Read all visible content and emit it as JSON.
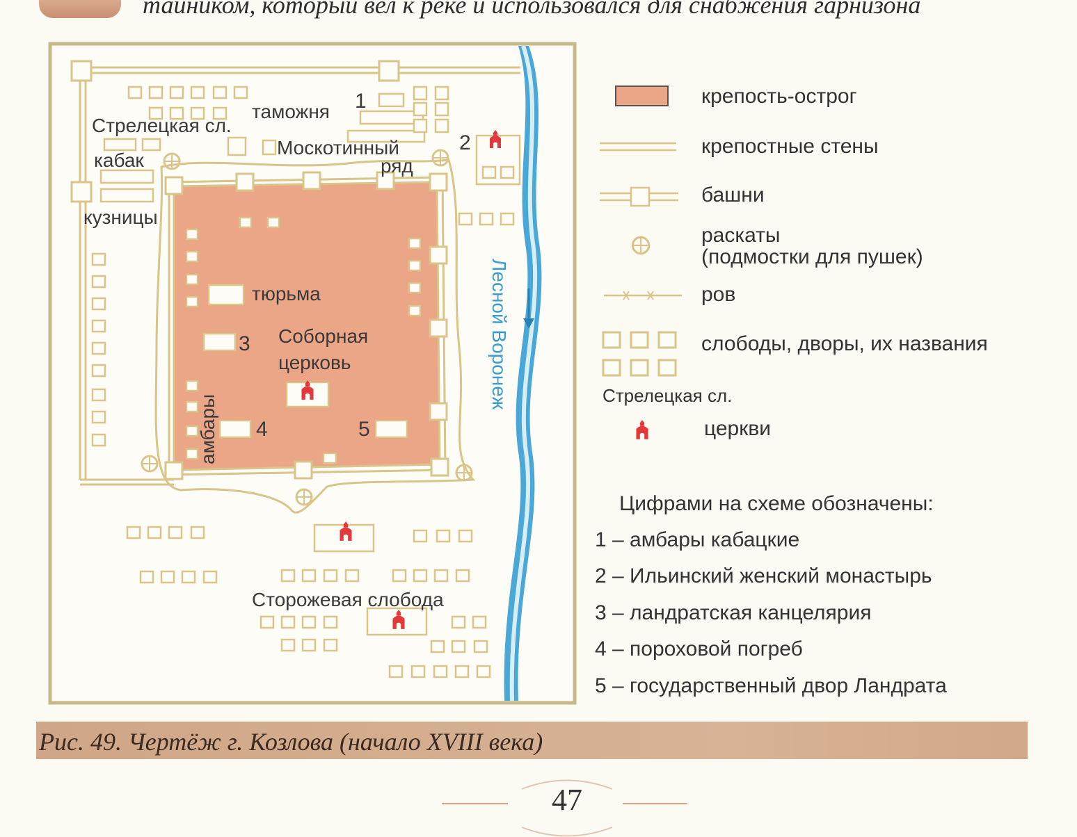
{
  "header_text": "тайником, который вел к реке и использовался для снабжения гарнизона",
  "map": {
    "labels": {
      "tamozhnya": "таможня",
      "streletskaya": "Стрелецкая сл.",
      "kabak": "кабак",
      "moskotinny": "Москотинный",
      "ryad": "ряд",
      "kuznitsy": "кузницы",
      "tyurma": "тюрьма",
      "sobornaya": "Соборная",
      "tserkov": "церковь",
      "ambary": "амбары",
      "storozhevaya": "Сторожевая слобода",
      "river": "Лесной Воронеж",
      "n1": "1",
      "n2": "2",
      "n3": "3",
      "n4": "4",
      "n5": "5"
    },
    "colors": {
      "fortress": "#eba587",
      "walls": "#d9c48a",
      "river": "#4aa8d8",
      "church": "#e23a3a",
      "frame": "#c8b98a"
    }
  },
  "legend": {
    "fortress": "крепость-острог",
    "walls": "крепостные стены",
    "towers": "башни",
    "raskaty": "раскаты",
    "raskaty_note": "(подмостки для пушек)",
    "moat": "ров",
    "slobody": "слободы, дворы, их названия",
    "slobody_example": "Стрелецкая сл.",
    "churches": "церкви"
  },
  "numbered_title": "Цифрами на схеме обозначены:",
  "numbered_items": [
    "1 – амбары кабацкие",
    "2 – Ильинский женский монастырь",
    "3 – ландратская канцелярия",
    "4 – пороховой погреб",
    "5 – государственный двор Ландрата"
  ],
  "caption": "Рис. 49.  Чертёж г. Козлова (начало XVIII века)",
  "page_number": "47"
}
